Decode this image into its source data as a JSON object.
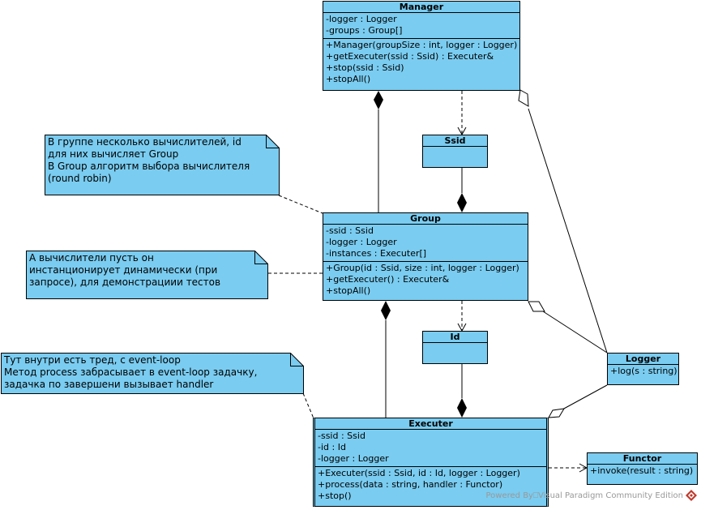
{
  "classes": {
    "manager": {
      "name": "Manager",
      "attributes": [
        "-logger : Logger",
        "-groups : Group[]"
      ],
      "operations": [
        "+Manager(groupSize : int, logger : Logger)",
        "+getExecuter(ssid : Ssid) : Executer&",
        "+stop(ssid : Ssid)",
        "+stopAll()"
      ]
    },
    "ssid": {
      "name": "Ssid"
    },
    "group": {
      "name": "Group",
      "attributes": [
        "-ssid : Ssid",
        "-logger : Logger",
        "-instances : Executer[]"
      ],
      "operations": [
        "+Group(id : Ssid, size : int, logger : Logger)",
        "+getExecuter() : Executer&",
        "+stopAll()"
      ]
    },
    "id": {
      "name": "Id"
    },
    "logger": {
      "name": "Logger",
      "operations": [
        "+log(s : string)"
      ]
    },
    "executer": {
      "name": "Executer",
      "attributes": [
        "-ssid : Ssid",
        "-id : Id",
        "-logger : Logger"
      ],
      "operations": [
        "+Executer(ssid : Ssid, id : Id, logger : Logger)",
        "+process(data : string, handler : Functor)",
        "+stop()"
      ]
    },
    "functor": {
      "name": "Functor",
      "operations": [
        "+invoke(result : string)"
      ]
    }
  },
  "notes": {
    "group_note": [
      "В группе несколько вычислителей, id",
      "для них вычисляет Group",
      "В Group алгоритм выбора вычислителя",
      "(round robin)"
    ],
    "executer_note": [
      "А вычислители пусть он",
      "инстанционирует динамически (при",
      "запросе), для демонстрациии тестов"
    ],
    "thread_note": [
      "Тут внутри есть тред, с event-loop",
      "Метод process забрасывает в event-loop задачку,",
      "задачка по завершени вызывает handler"
    ]
  },
  "watermark": "Powered By⎕Visual Paradigm Community Edition",
  "colors": {
    "class_fill": "#7accf0",
    "border": "#000000",
    "watermark": "#999999",
    "logo": "#c0392b"
  }
}
